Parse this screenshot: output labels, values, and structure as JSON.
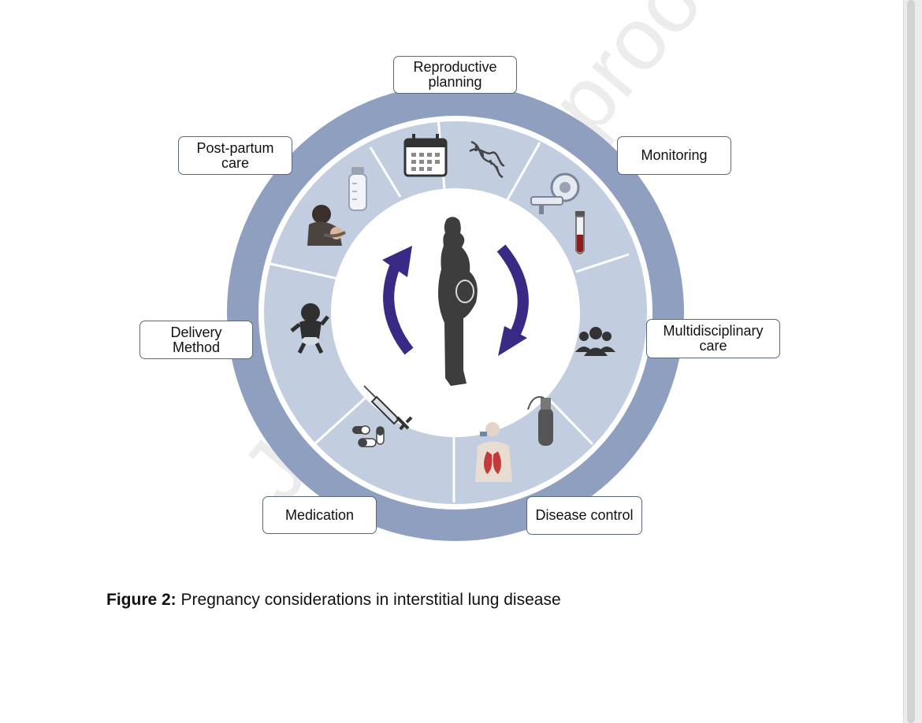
{
  "diagram": {
    "center_figure": "pregnant-woman-silhouette",
    "arrows": "circular-arrows",
    "labels": {
      "reproductive_planning": "Reproductive\nplanning",
      "monitoring": "Monitoring",
      "multidisciplinary_care": "Multidisciplinary\ncare",
      "disease_control": "Disease control",
      "medication": "Medication",
      "delivery_method": "Delivery\nMethod",
      "postpartum_care": "Post-partum\ncare"
    },
    "segment_icons": [
      "calendar-icon",
      "dna-icon",
      "ct-scanner-icon",
      "test-tube-icon",
      "people-group-icon",
      "lungs-inhaler-icon",
      "oxygen-tank-icon",
      "pills-icon",
      "syringe-icon",
      "baby-icon",
      "breastfeeding-icon",
      "baby-bottle-icon"
    ],
    "colors": {
      "outer_ring": "#8f9fbf",
      "inner_ring": "#c2cee0",
      "arrows": "#3a2a86",
      "silhouette": "#3d3d3d"
    }
  },
  "caption": {
    "label": "Figure 2:",
    "text": " Pregnancy considerations in interstitial lung disease"
  },
  "watermark": "Journal Pre-proof"
}
